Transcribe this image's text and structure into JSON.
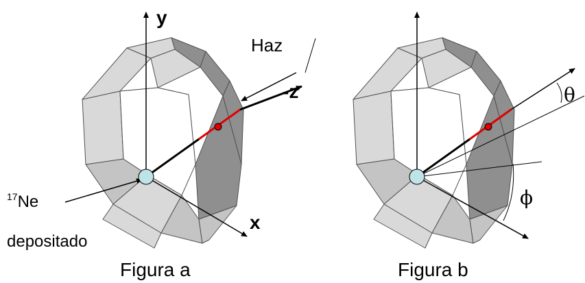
{
  "panels": [
    {
      "caption": "Figura a",
      "labels": {
        "y_axis": "y",
        "x_axis": "x",
        "z_axis": "-z",
        "beam": "Haz",
        "isotope_mass": "17",
        "isotope_element": "Ne",
        "deposited": "depositado"
      }
    },
    {
      "caption": "Figura b",
      "labels": {
        "theta": "θ",
        "phi": "ϕ"
      }
    }
  ],
  "colors": {
    "face_light": "#d9d9d9",
    "face_mid": "#c4c4c4",
    "face_dark": "#8f8f8f",
    "edge": "#505050",
    "track": "#e00000",
    "marker": "#e00000",
    "source": "#bfe4e8",
    "line": "#000000"
  }
}
